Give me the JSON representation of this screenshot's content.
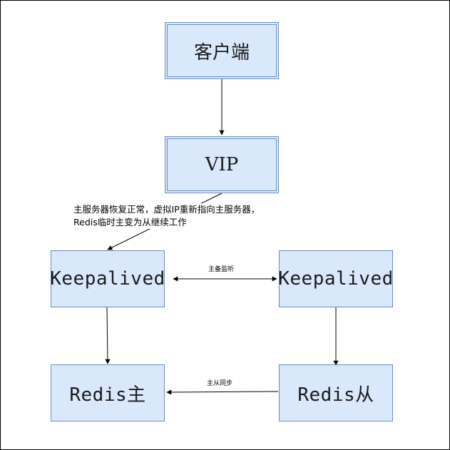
{
  "diagram": {
    "nodes": {
      "client": "客户端",
      "vip": "VIP",
      "keepalived_master": "Keepalived",
      "keepalived_backup": "Keepalived",
      "redis_master": "Redis主",
      "redis_slave": "Redis从"
    },
    "edge_labels": {
      "heartbeat": "主备监听",
      "sync": "主从同步"
    },
    "note": {
      "line1": "主服务器恢复正常，虚拟IP重新指向主服务器，",
      "line2": "Redis临时主变为从继续工作"
    }
  },
  "colors": {
    "node_fill": "#dae8fc",
    "node_stroke": "#6c8ebf",
    "edge": "#000000"
  }
}
